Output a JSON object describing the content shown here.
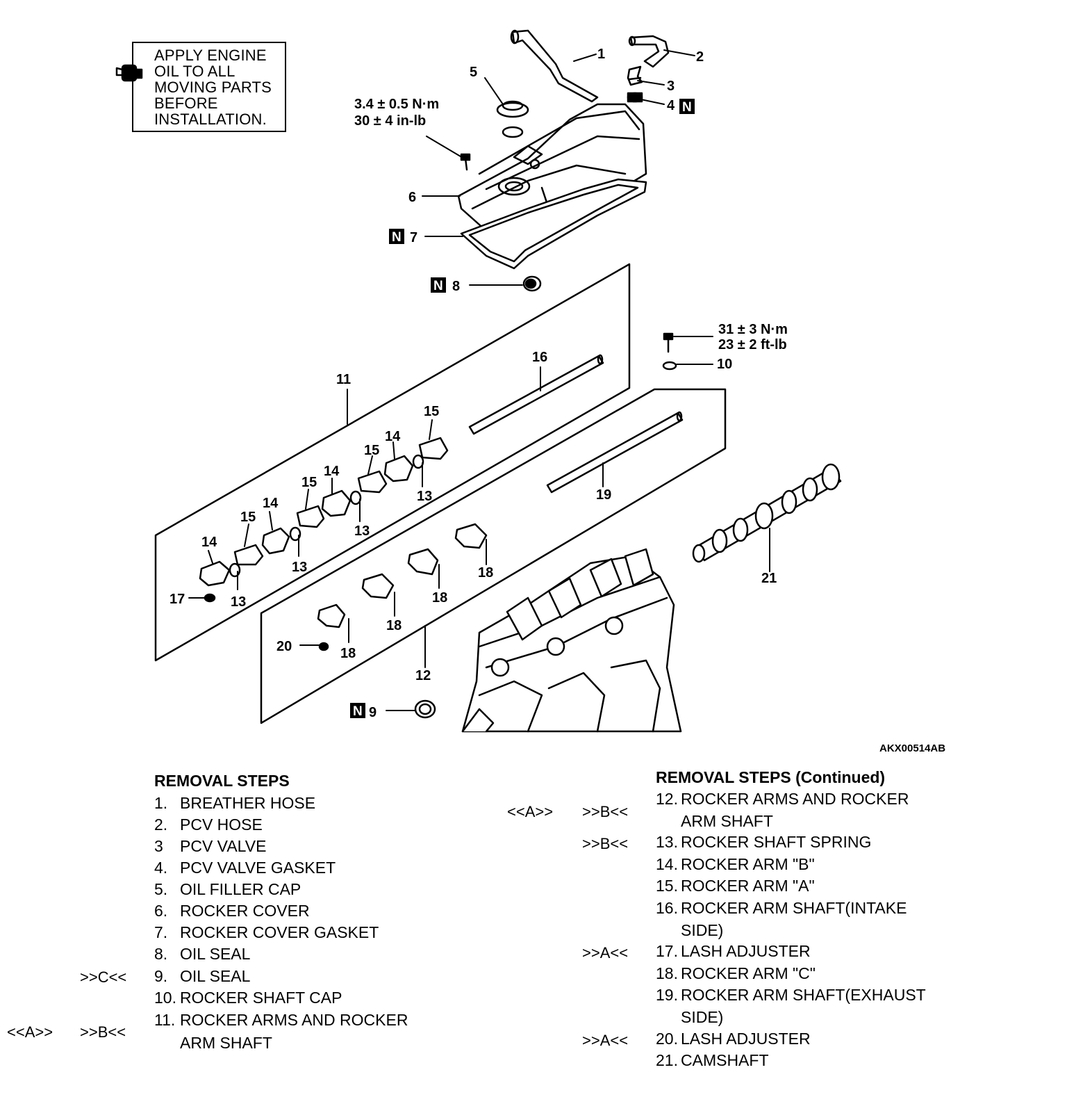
{
  "note": {
    "lines": [
      "APPLY ENGINE",
      "OIL TO ALL",
      "MOVING PARTS",
      "BEFORE",
      "INSTALLATION."
    ]
  },
  "torque": {
    "cover": [
      "3.4 ± 0.5 N·m",
      "30 ± 4 in-lb"
    ],
    "shaft": [
      "31 ± 3 N·m",
      "23 ± 2 ft-lb"
    ]
  },
  "callouts": [
    "1",
    "2",
    "3",
    "4",
    "5",
    "6",
    "7",
    "8",
    "9",
    "10",
    "11",
    "12",
    "13",
    "14",
    "15",
    "16",
    "17",
    "18",
    "19",
    "20",
    "21"
  ],
  "new_part_mark": "N",
  "figure_id": "AKX00514AB",
  "left_steps": {
    "heading": "REMOVAL STEPS",
    "items": [
      {
        "num": "1.",
        "text": "BREATHER HOSE",
        "marks": []
      },
      {
        "num": "2.",
        "text": "PCV HOSE",
        "marks": []
      },
      {
        "num": "3",
        "text": "PCV VALVE",
        "marks": []
      },
      {
        "num": "4.",
        "text": "PCV VALVE GASKET",
        "marks": []
      },
      {
        "num": "5.",
        "text": "OIL FILLER CAP",
        "marks": []
      },
      {
        "num": "6.",
        "text": "ROCKER COVER",
        "marks": []
      },
      {
        "num": "7.",
        "text": "ROCKER COVER GASKET",
        "marks": []
      },
      {
        "num": "8.",
        "text": "OIL SEAL",
        "marks": []
      },
      {
        "num": "9.",
        "text": "OIL SEAL",
        "marks": [
          ">>C<<"
        ]
      },
      {
        "num": "10.",
        "text": "ROCKER SHAFT CAP",
        "marks": []
      },
      {
        "num": "11.",
        "text": "ROCKER ARMS AND ROCKER",
        "cont": "ARM SHAFT",
        "marks": [
          "<<A>>",
          ">>B<<"
        ]
      }
    ]
  },
  "right_steps": {
    "heading": "REMOVAL STEPS (Continued)",
    "items": [
      {
        "num": "12.",
        "text": "ROCKER ARMS AND ROCKER",
        "cont": "ARM SHAFT",
        "marks": [
          "<<A>>",
          ">>B<<"
        ]
      },
      {
        "num": "13.",
        "text": "ROCKER SHAFT SPRING",
        "marks": [
          ">>B<<"
        ]
      },
      {
        "num": "14.",
        "text": "ROCKER ARM \"B\"",
        "marks": []
      },
      {
        "num": "15.",
        "text": "ROCKER ARM \"A\"",
        "marks": []
      },
      {
        "num": "16.",
        "text": "ROCKER ARM SHAFT(INTAKE",
        "cont": "SIDE)",
        "marks": []
      },
      {
        "num": "17.",
        "text": "LASH ADJUSTER",
        "marks": [
          ">>A<<"
        ]
      },
      {
        "num": "18.",
        "text": "ROCKER ARM \"C\"",
        "marks": []
      },
      {
        "num": "19.",
        "text": "ROCKER ARM SHAFT(EXHAUST",
        "cont": "SIDE)",
        "marks": []
      },
      {
        "num": "20.",
        "text": "LASH ADJUSTER",
        "marks": [
          ">>A<<"
        ]
      },
      {
        "num": "21.",
        "text": "CAMSHAFT",
        "marks": []
      }
    ]
  }
}
